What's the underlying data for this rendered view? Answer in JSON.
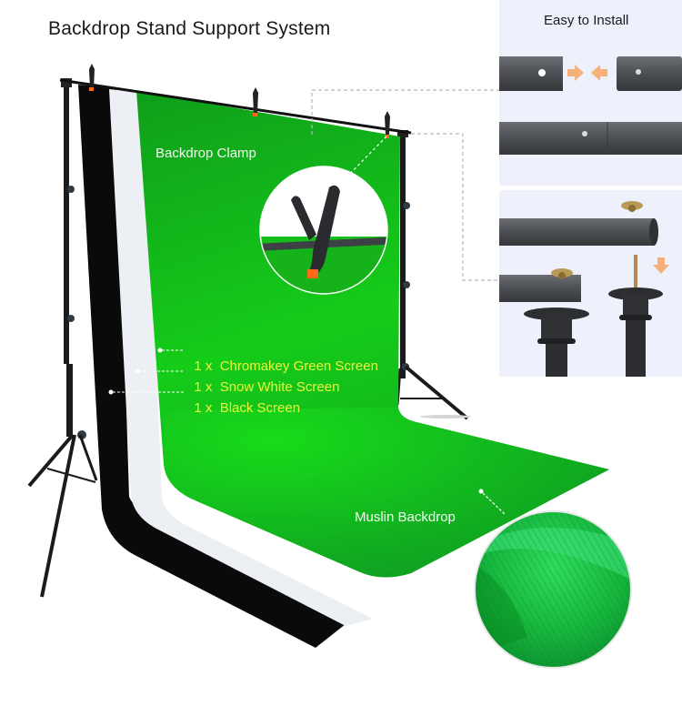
{
  "title": "Backdrop Stand Support System",
  "install_panel": {
    "title": "Easy to Install",
    "steps": [
      {
        "name": "pole-join",
        "description": "Crossbar sections slide together",
        "arrows": "converging"
      },
      {
        "name": "pole-joined",
        "description": "Joined crossbar with locking pin"
      },
      {
        "name": "wingnut-mount",
        "description": "Crossbar end drops onto stand top bolt with wing nut",
        "arrows": "down"
      }
    ]
  },
  "callouts": {
    "clamp": "Backdrop Clamp",
    "muslin": "Muslin Backdrop"
  },
  "contents": [
    {
      "qty": "1 x",
      "item": "Chromakey Green Screen"
    },
    {
      "qty": "1 x",
      "item": "Snow White Screen"
    },
    {
      "qty": "1 x",
      "item": "Black Screen"
    }
  ],
  "colors": {
    "green_screen": "#12b01a",
    "green_bright": "#17d61c",
    "white_screen": "#eceff3",
    "black_screen": "#0a0a0a",
    "contents_text": "#e9f53a",
    "panel_bg": "#eef1fb",
    "pole_gray": "#55585c",
    "arrow_orange": "#f6b07a",
    "clamp_orange": "#ff6a1a"
  }
}
